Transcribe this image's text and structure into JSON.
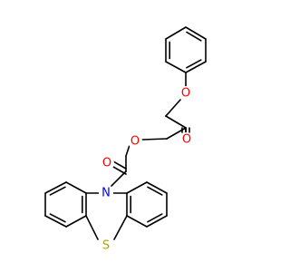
{
  "molecule": {
    "atoms": [
      {
        "id": "O_ether",
        "label": "O",
        "color": "#ff0000"
      },
      {
        "id": "O_ester",
        "label": "O",
        "color": "#ff0000"
      },
      {
        "id": "O_carbonyl_ester",
        "label": "O",
        "color": "#ff0000"
      },
      {
        "id": "O_carbonyl_amide",
        "label": "O",
        "color": "#ff0000"
      },
      {
        "id": "N",
        "label": "N",
        "color": "#0000ff"
      },
      {
        "id": "S",
        "label": "S",
        "color": "#b8a000"
      }
    ],
    "bond_color": "#000000"
  }
}
